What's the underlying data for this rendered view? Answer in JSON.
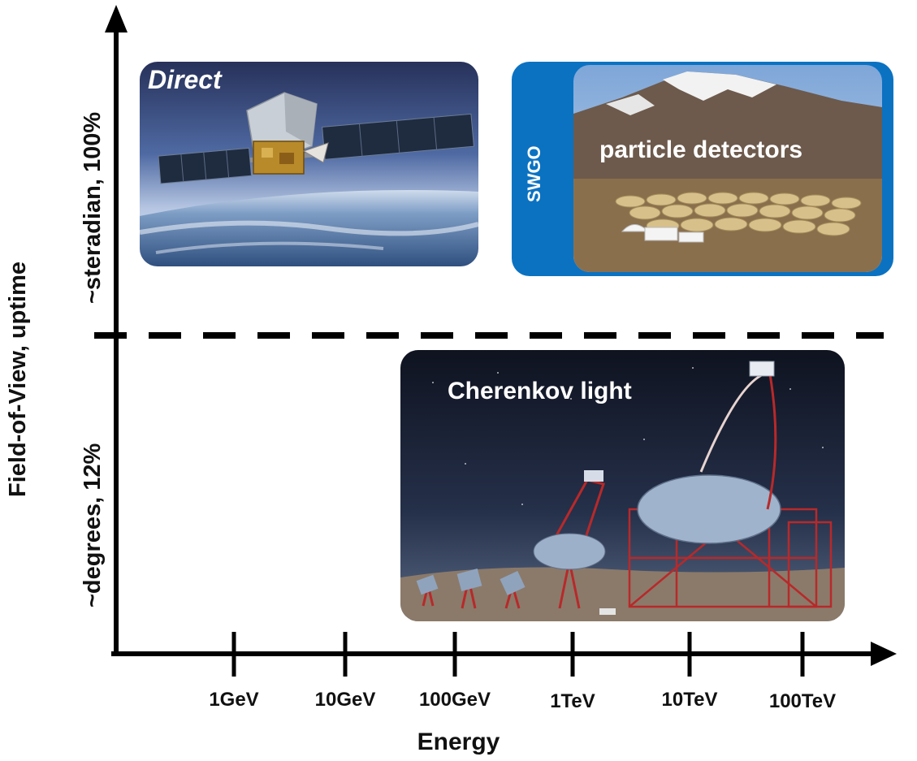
{
  "axes": {
    "x_title": "Energy",
    "y_title": "Field-of-View, uptime",
    "y_levels": {
      "upper": "~steradian, 100%",
      "lower": "~degrees, 12%"
    },
    "x_ticks": [
      "1GeV",
      "10GeV",
      "100GeV",
      "1TeV",
      "10TeV",
      "100TeV"
    ]
  },
  "panels": {
    "direct": {
      "label": "Direct"
    },
    "particle": {
      "label": "particle detectors",
      "side_label": "SWGO"
    },
    "cherenkov": {
      "label": "Cherenkov light"
    }
  },
  "colors": {
    "axis": "#000000",
    "swgo_blue": "#0b72c2"
  }
}
